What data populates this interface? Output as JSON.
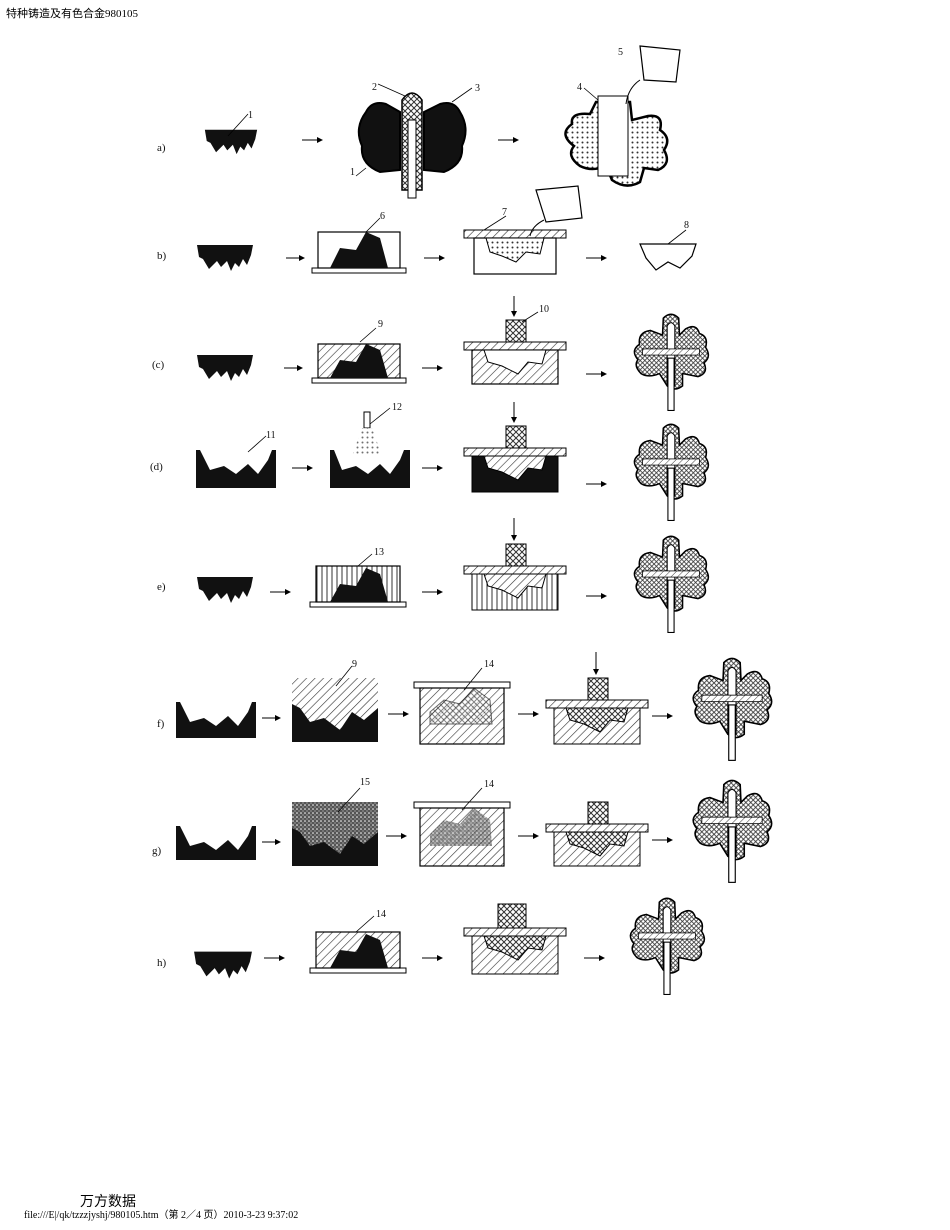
{
  "header": {
    "title": "特种铸造及有色合金980105"
  },
  "figure": {
    "rows": [
      {
        "label": "a)",
        "callouts": [
          "1",
          "2",
          "3",
          "1",
          "4",
          "5"
        ]
      },
      {
        "label": "b)",
        "callouts": [
          "6",
          "7",
          "8"
        ]
      },
      {
        "label": "(c)",
        "callouts": [
          "9",
          "10"
        ]
      },
      {
        "label": "(d)",
        "callouts": [
          "11",
          "12"
        ]
      },
      {
        "label": "e)",
        "callouts": [
          "13"
        ]
      },
      {
        "label": "f)",
        "callouts": [
          "9",
          "14"
        ]
      },
      {
        "label": "g)",
        "callouts": [
          "15",
          "14"
        ]
      },
      {
        "label": "h)",
        "callouts": [
          "14"
        ]
      }
    ]
  },
  "footer": {
    "logo": "万方数据",
    "url": "file:///E|/qk/tzzzjyshj/980105.htm（第 2／4 页）2010-3-23 9:37:02"
  }
}
